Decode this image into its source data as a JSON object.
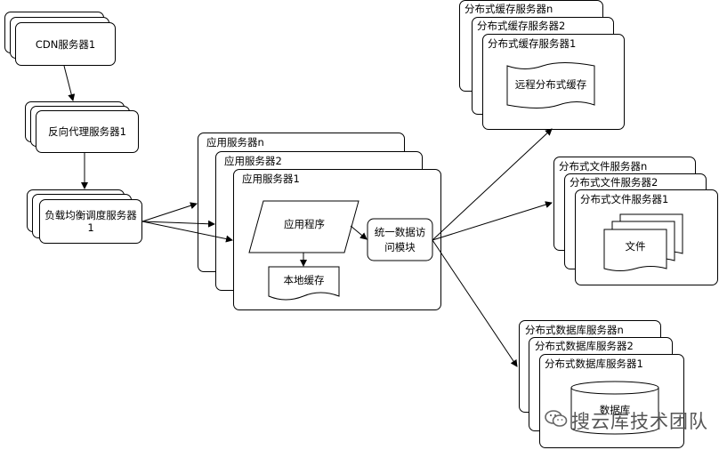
{
  "cdn": {
    "label": "CDN服务器1"
  },
  "proxy": {
    "label": "反向代理服务器1"
  },
  "lb": {
    "label": "负载均衡调度服务器1"
  },
  "app": {
    "server_n": "应用服务器n",
    "server_2": "应用服务器2",
    "server_1": "应用服务器1",
    "program": "应用程序",
    "local_cache": "本地缓存",
    "data_access": "统一数据访问模块"
  },
  "cache": {
    "server_n": "分布式缓存服务器n",
    "server_2": "分布式缓存服务器2",
    "server_1": "分布式缓存服务器1",
    "content": "远程分布式缓存"
  },
  "file": {
    "server_n": "分布式文件服务器n",
    "server_2": "分布式文件服务器2",
    "server_1": "分布式文件服务器1",
    "content": "文件"
  },
  "db": {
    "server_n": "分布式数据库服务器n",
    "server_2": "分布式数据库服务器2",
    "server_1": "分布式数据库服务器1",
    "content": "数据库"
  },
  "watermark": {
    "text": "搜云库技术团队",
    "icon": "wechat-icon"
  }
}
